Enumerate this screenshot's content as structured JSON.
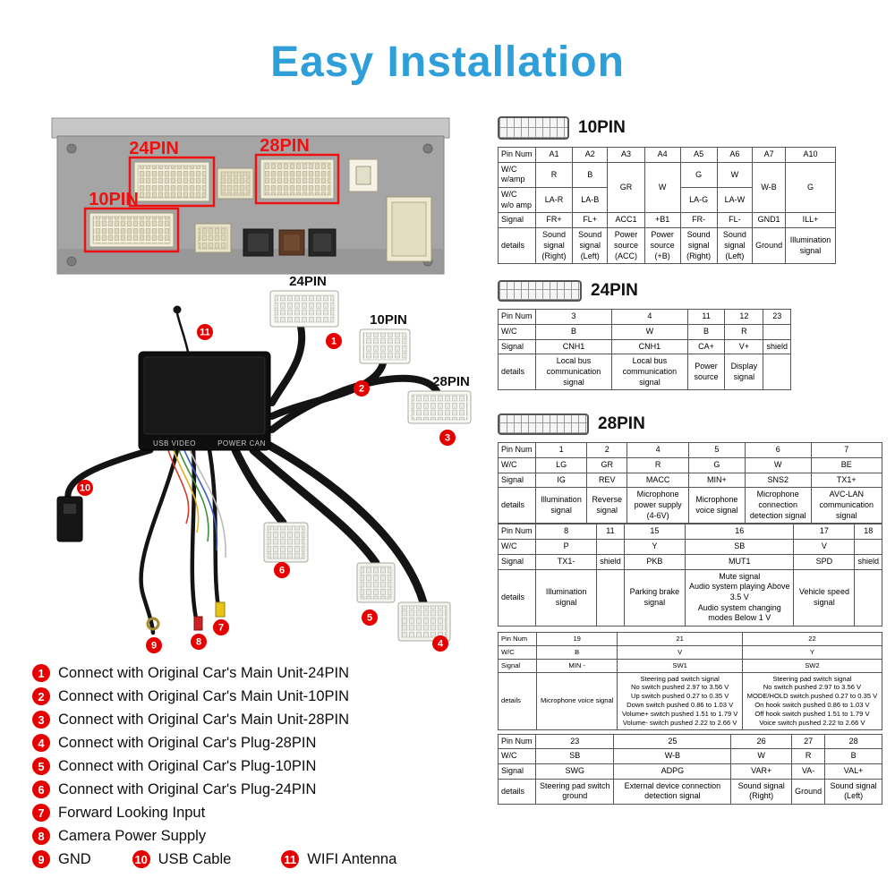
{
  "title": "Easy Installation",
  "stereo": {
    "label_24": "24PIN",
    "label_28": "28PIN",
    "label_10": "10PIN"
  },
  "harness": {
    "plug24_label": "24PIN",
    "plug10_label": "10PIN",
    "plug28_label": "28PIN",
    "usb_video_label": "USB VIDEO",
    "power_can_label": "POWER CAN",
    "callouts": [
      "1",
      "2",
      "3",
      "4",
      "5",
      "6",
      "7",
      "8",
      "9",
      "10",
      "11"
    ]
  },
  "legend": {
    "items": [
      {
        "num": "1",
        "text": "Connect with Original Car's Main Unit-24PIN"
      },
      {
        "num": "2",
        "text": "Connect with Original Car's Main Unit-10PIN"
      },
      {
        "num": "3",
        "text": "Connect with Original Car's Main Unit-28PIN"
      },
      {
        "num": "4",
        "text": "Connect with Original Car's Plug-28PIN"
      },
      {
        "num": "5",
        "text": "Connect with Original Car's Plug-10PIN"
      },
      {
        "num": "6",
        "text": "Connect with Original Car's Plug-24PIN"
      },
      {
        "num": "7",
        "text": "Forward Looking Input"
      },
      {
        "num": "8",
        "text": "Camera Power Supply"
      },
      {
        "num": "9",
        "text": "GND"
      },
      {
        "num": "10",
        "text": "USB Cable"
      },
      {
        "num": "11",
        "text": "WIFI Antenna"
      }
    ]
  },
  "sections": {
    "s10": {
      "title": "10PIN"
    },
    "s24": {
      "title": "24PIN"
    },
    "s28": {
      "title": "28PIN"
    }
  },
  "tables": {
    "t10": [
      [
        "Pin Num",
        "A1",
        "A2",
        "A3",
        "A4",
        "A5",
        "A6",
        "A7",
        "A10"
      ],
      [
        "W/C\nw/amp",
        "R",
        "B",
        {
          "t": "GR",
          "r": 2
        },
        {
          "t": "W",
          "r": 2
        },
        "G",
        "W",
        {
          "t": "W-B",
          "r": 2
        },
        {
          "t": "G",
          "r": 2
        }
      ],
      [
        "W/C\nw/o amp",
        "LA-R",
        "LA-B",
        "LA-G",
        "LA-W"
      ],
      [
        "Signal",
        "FR+",
        "FL+",
        "ACC1",
        "+B1",
        "FR-",
        "FL-",
        "GND1",
        "ILL+"
      ],
      [
        "details",
        "Sound signal (Right)",
        "Sound signal (Left)",
        "Power source (ACC)",
        "Power source (+B)",
        "Sound signal (Right)",
        "Sound signal (Left)",
        "Ground",
        "Illumination signal"
      ]
    ],
    "t24": [
      [
        "Pin Num",
        "3",
        "4",
        "11",
        "12",
        "23"
      ],
      [
        "W/C",
        "B",
        "W",
        "B",
        "R",
        ""
      ],
      [
        "Signal",
        "CNH1",
        "CNH1",
        "CA+",
        "V+",
        "shield"
      ],
      [
        "details",
        "Local bus communication signal",
        "Local bus communication signal",
        "Power source",
        "Display signal",
        ""
      ]
    ],
    "t28a": [
      [
        "Pin Num",
        "1",
        "2",
        "4",
        "5",
        "6",
        "7"
      ],
      [
        "W/C",
        "LG",
        "GR",
        "R",
        "G",
        "W",
        "BE"
      ],
      [
        "Signal",
        "IG",
        "REV",
        "MACC",
        "MIN+",
        "SNS2",
        "TX1+"
      ],
      [
        "details",
        "Illumination signal",
        "Reverse signal",
        "Microphone power supply (4-6V)",
        "Microphone voice signal",
        "Microphone connection detection signal",
        "AVC-LAN communication signal"
      ]
    ],
    "t28b": [
      [
        "Pin Num",
        "8",
        "11",
        "15",
        "16",
        "17",
        "18"
      ],
      [
        "W/C",
        "P",
        "",
        "Y",
        "SB",
        "V",
        ""
      ],
      [
        "Signal",
        "TX1-",
        "shield",
        "PKB",
        "MUT1",
        "SPD",
        "shield"
      ],
      [
        "details",
        "Illumination signal",
        "",
        "Parking brake signal",
        "Mute signal\nAudio system playing Above 3.5 V\nAudio system changing modes Below 1 V",
        "Vehicle speed signal",
        ""
      ]
    ],
    "t28c": [
      [
        "Pin Num",
        "19",
        "21",
        "22"
      ],
      [
        "W/C",
        "B",
        "V",
        "Y"
      ],
      [
        "Signal",
        "MIN -",
        "SW1",
        "SW2"
      ],
      [
        "details",
        "Microphone voice signal",
        "Steering pad switch signal\nNo switch pushed 2.97 to 3.56 V\nUp switch pushed 0.27 to 0.35 V\nDown switch pushed 0.86 to 1.03 V\nVolume+ switch pushed 1.51 to 1.79 V\nVolume- switch pushed 2.22 to 2.66 V",
        "Steering pad switch signal\nNo switch pushed 2.97 to 3.56 V\nMODE/HOLD switch pushed 0.27 to 0.35 V\nOn hook switch pushed 0.86 to 1.03 V\nOff hook switch pushed 1.51 to 1.79 V\nVoice switch pushed 2.22 to 2.66 V"
      ]
    ],
    "t28d": [
      [
        "Pin Num",
        "23",
        "25",
        "26",
        "27",
        "28"
      ],
      [
        "W/C",
        "SB",
        "W-B",
        "W",
        "R",
        "B"
      ],
      [
        "Signal",
        "SWG",
        "ADPG",
        "VAR+",
        "VA-",
        "VAL+"
      ],
      [
        "details",
        "Steering pad switch ground",
        "External device connection detection signal",
        "Sound signal (Right)",
        "Ground",
        "Sound signal (Left)"
      ]
    ]
  }
}
